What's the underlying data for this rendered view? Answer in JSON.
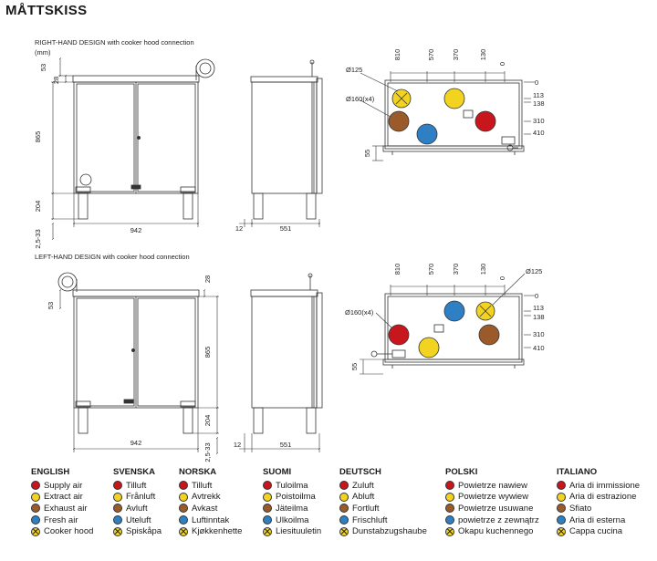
{
  "page": {
    "title": "MÅTTSKISS"
  },
  "sections": {
    "right_caption": "RIGHT-HAND DESIGN with cooker hood connection",
    "right_unit": "(mm)",
    "left_caption": "LEFT-HAND DESIGN with cooker hood connection"
  },
  "dims": {
    "d53": "53",
    "d28": "28",
    "d865": "865",
    "d204": "204",
    "d25_33": "2,5-33",
    "d942": "942",
    "d12": "12",
    "d551": "551",
    "d55": "55",
    "t810": "810",
    "t570": "570",
    "t370": "370",
    "t130": "130",
    "t0": "0",
    "r0": "0",
    "r113": "113",
    "r138": "138",
    "r310": "310",
    "r410": "410",
    "dia125": "Ø125",
    "dia160": "Ø160(x4)"
  },
  "colors": {
    "supply": "#c8161d",
    "extract": "#f2d31f",
    "exhaust": "#9a5a2a",
    "fresh": "#2e7fc4",
    "hood": "#f2d31f"
  },
  "legend": [
    {
      "lang": "ENGLISH",
      "items": [
        "Supply air",
        "Extract air",
        "Exhaust air",
        "Fresh air",
        "Cooker hood"
      ]
    },
    {
      "lang": "SVENSKA",
      "items": [
        "Tilluft",
        "Frånluft",
        "Avluft",
        "Uteluft",
        "Spiskåpa"
      ]
    },
    {
      "lang": "NORSKA",
      "items": [
        "Tilluft",
        "Avtrekk",
        "Avkast",
        "Luftinntak",
        "Kjøkkenhette"
      ]
    },
    {
      "lang": "SUOMI",
      "items": [
        "Tuloilma",
        "Poistoilma",
        "Jäteilma",
        "Ulkoilma",
        "Liesituuletin"
      ]
    },
    {
      "lang": "DEUTSCH",
      "items": [
        "Zuluft",
        "Abluft",
        "Fortluft",
        "Frischluft",
        "Dunstabzugshaube"
      ]
    },
    {
      "lang": "POLSKI",
      "items": [
        "Powietrze nawiew",
        "Powietrze wywiew",
        "Powietrze usuwane",
        "powietrze z zewnątrz",
        "Okapu kuchennego"
      ]
    },
    {
      "lang": "ITALIANO",
      "items": [
        "Aria di immissione",
        "Aria di estrazione",
        "Sfiato",
        "Aria di esterna",
        "Cappa cucina"
      ]
    }
  ]
}
